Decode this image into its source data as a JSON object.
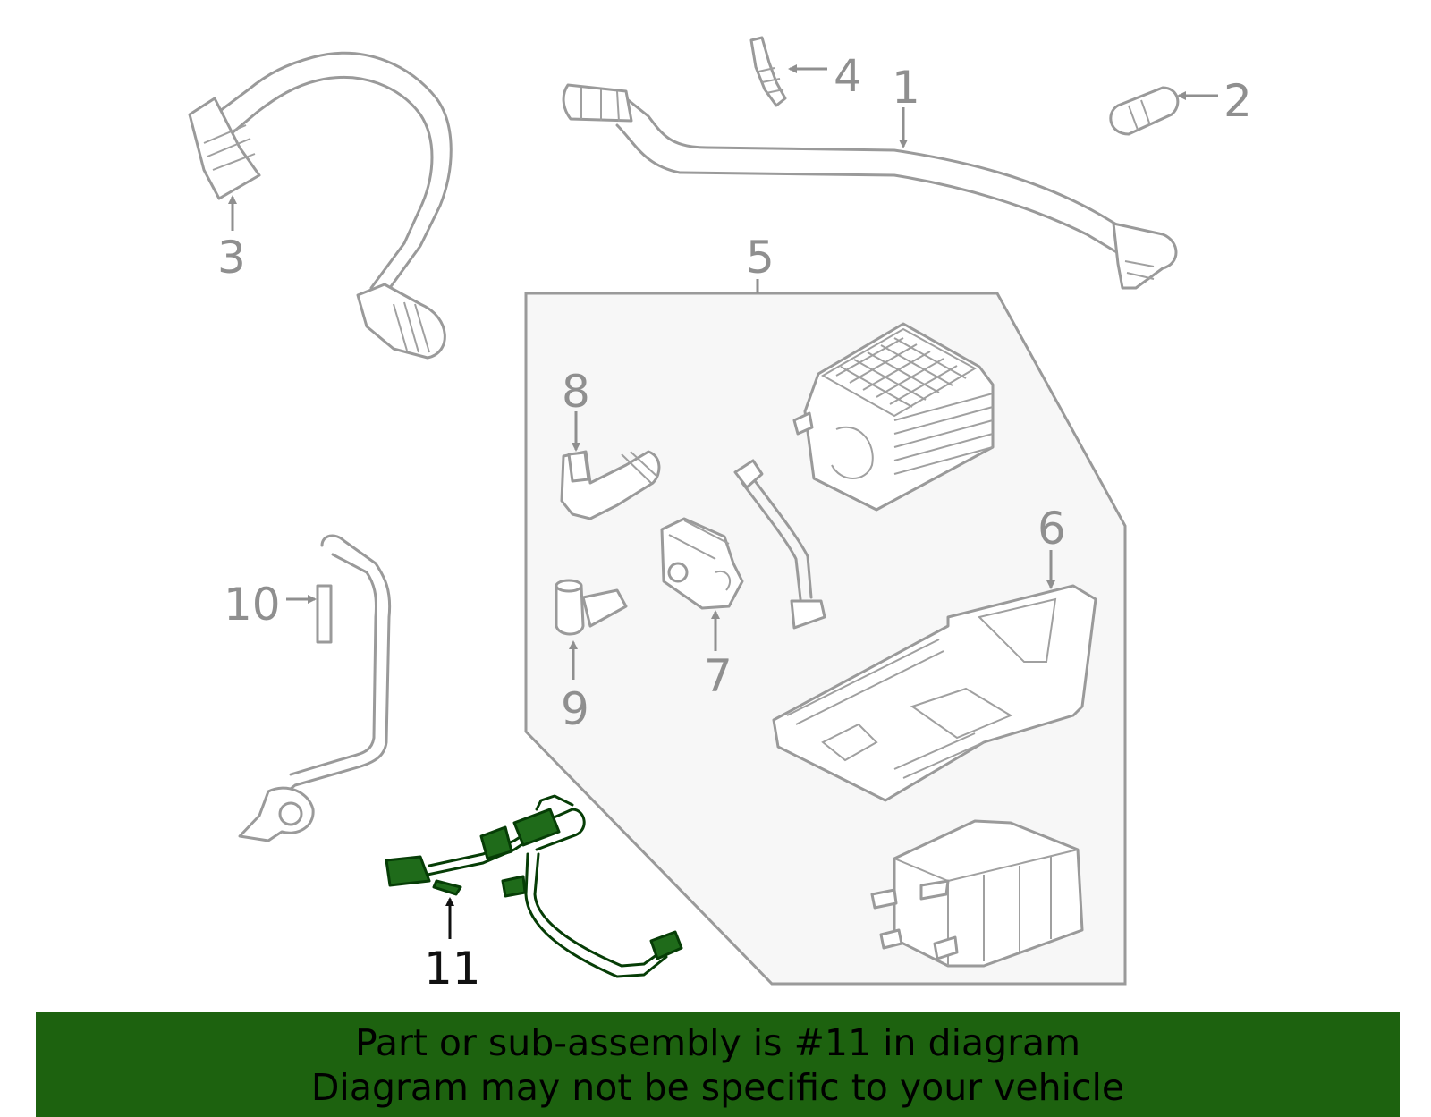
{
  "callouts": {
    "c1": "1",
    "c2": "2",
    "c3": "3",
    "c4": "4",
    "c5": "5",
    "c6": "6",
    "c7": "7",
    "c8": "8",
    "c9": "9",
    "c10": "10",
    "c11": "11"
  },
  "highlight": {
    "part_number": "11",
    "color": "#1d620f"
  },
  "banner": {
    "line1": "Part or sub-assembly is #11 in diagram",
    "line2": "Diagram may not be specific to your vehicle",
    "background": "#1d620f"
  }
}
